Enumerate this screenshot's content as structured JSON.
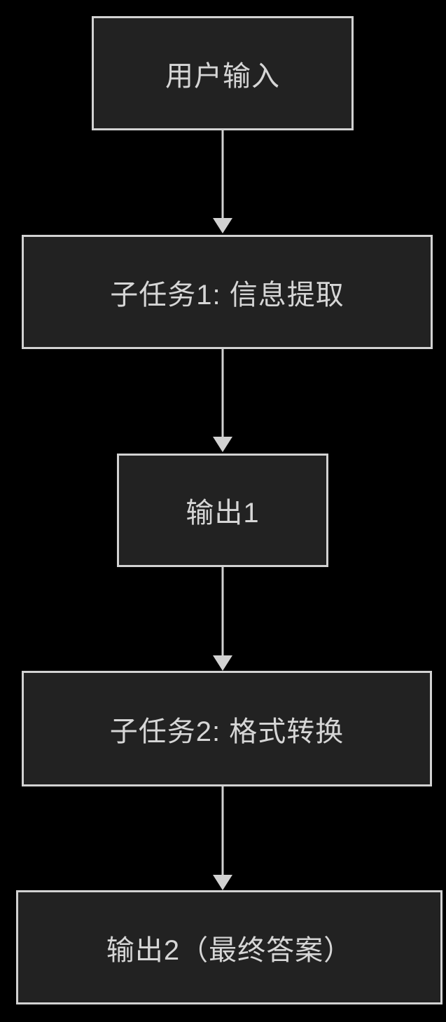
{
  "diagram": {
    "type": "flowchart",
    "direction": "top-down",
    "nodes": [
      {
        "id": "user-input",
        "label": "用户输入"
      },
      {
        "id": "subtask-1",
        "label": "子任务1: 信息提取"
      },
      {
        "id": "output-1",
        "label": "输出1"
      },
      {
        "id": "subtask-2",
        "label": "子任务2: 格式转换"
      },
      {
        "id": "output-2",
        "label": "输出2（最终答案）"
      }
    ],
    "edges": [
      {
        "from": "user-input",
        "to": "subtask-1"
      },
      {
        "from": "subtask-1",
        "to": "output-1"
      },
      {
        "from": "output-1",
        "to": "subtask-2"
      },
      {
        "from": "subtask-2",
        "to": "output-2"
      }
    ],
    "colors": {
      "background": "#000000",
      "node_fill": "#222222",
      "node_border": "#d2d2d2",
      "node_text": "#d6d6d6",
      "arrow": "#d2d2d2"
    }
  }
}
